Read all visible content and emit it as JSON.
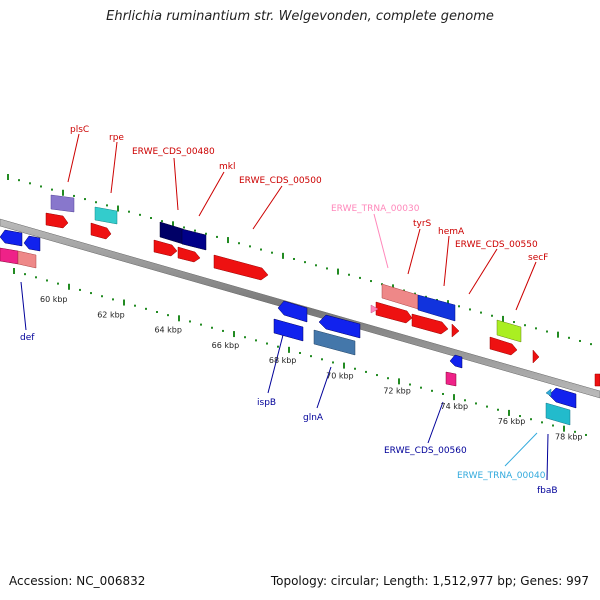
{
  "title": "Ehrlichia ruminantium str. Welgevonden, complete genome",
  "footer": {
    "accession": "Accession: NC_006832",
    "summary": "Topology: circular; Length: 1,512,977 bp; Genes: 997"
  },
  "colors": {
    "backbone": "#8a8a8a",
    "tick": "#228b22",
    "fwd_label": "#cc0000",
    "rev_label": "#000099",
    "trna_label": "#ff88bb",
    "trna_rev_label": "#33aadd"
  },
  "kbp_ticks": [
    {
      "label": "60 kbp",
      "pos": 60
    },
    {
      "label": "62 kbp",
      "pos": 62
    },
    {
      "label": "64 kbp",
      "pos": 64
    },
    {
      "label": "66 kbp",
      "pos": 66
    },
    {
      "label": "68 kbp",
      "pos": 68
    },
    {
      "label": "70 kbp",
      "pos": 70
    },
    {
      "label": "72 kbp",
      "pos": 72
    },
    {
      "label": "74 kbp",
      "pos": 74
    },
    {
      "label": "76 kbp",
      "pos": 76
    },
    {
      "label": "78 kbp",
      "pos": 78
    }
  ],
  "gene_labels": [
    {
      "text": "plsC",
      "strand": "forward",
      "kind": "cds"
    },
    {
      "text": "rpe",
      "strand": "forward",
      "kind": "cds"
    },
    {
      "text": "ERWE_CDS_00480",
      "strand": "forward",
      "kind": "cds"
    },
    {
      "text": "mkl",
      "strand": "forward",
      "kind": "cds"
    },
    {
      "text": "ERWE_CDS_00500",
      "strand": "forward",
      "kind": "cds"
    },
    {
      "text": "ERWE_TRNA_00030",
      "strand": "forward",
      "kind": "trna"
    },
    {
      "text": "tyrS",
      "strand": "forward",
      "kind": "cds"
    },
    {
      "text": "hemA",
      "strand": "forward",
      "kind": "cds"
    },
    {
      "text": "ERWE_CDS_00550",
      "strand": "forward",
      "kind": "cds"
    },
    {
      "text": "secF",
      "strand": "forward",
      "kind": "cds"
    },
    {
      "text": "def",
      "strand": "reverse",
      "kind": "cds"
    },
    {
      "text": "ispB",
      "strand": "reverse",
      "kind": "cds"
    },
    {
      "text": "glnA",
      "strand": "reverse",
      "kind": "cds"
    },
    {
      "text": "ERWE_CDS_00560",
      "strand": "reverse",
      "kind": "cds"
    },
    {
      "text": "ERWE_TRNA_00040",
      "strand": "reverse",
      "kind": "trna"
    },
    {
      "text": "fbaB",
      "strand": "reverse",
      "kind": "cds"
    }
  ]
}
